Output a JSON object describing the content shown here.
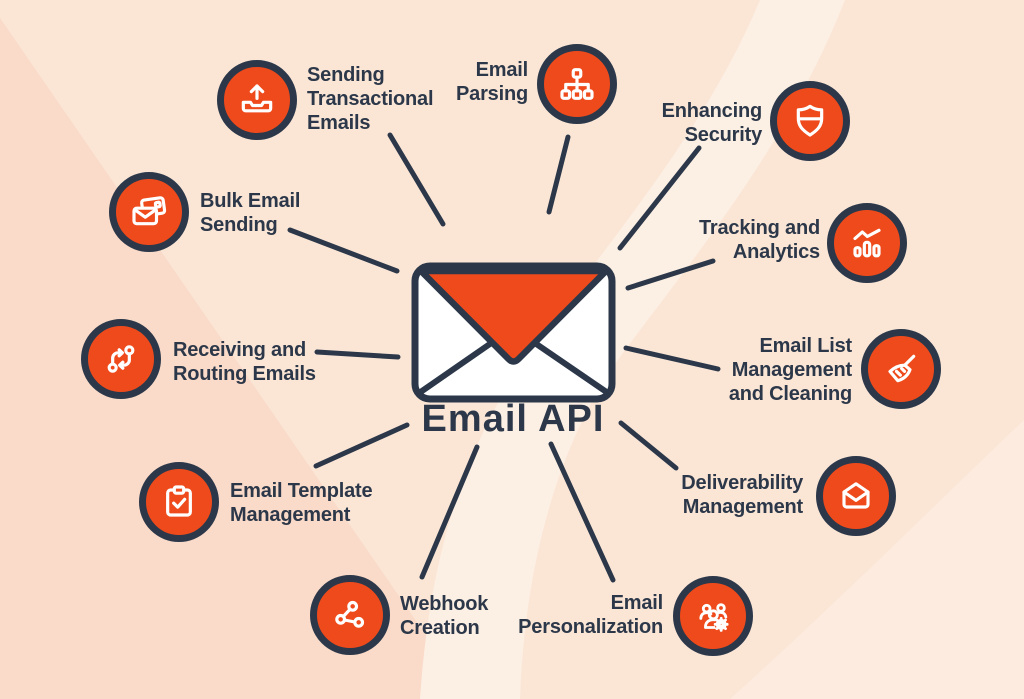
{
  "center": {
    "title": "Email API",
    "icon": "envelope-icon"
  },
  "colors": {
    "accent_orange": "#EF4A1C",
    "dark_navy": "#2C3849",
    "background_base": "#FBE6D6",
    "background_dark_band": "#FADAC8",
    "background_light_band": "#FCEFE4",
    "icon_stroke": "#FFFFFF"
  },
  "nodes": [
    {
      "label": "Sending Transactional Emails",
      "lines": [
        "Sending",
        "Transactional",
        "Emails"
      ],
      "icon": "upload-tray-icon"
    },
    {
      "label": "Email Parsing",
      "lines": [
        "Email",
        "Parsing"
      ],
      "icon": "sitemap-icon"
    },
    {
      "label": "Enhancing Security",
      "lines": [
        "Enhancing",
        "Security"
      ],
      "icon": "shield-icon"
    },
    {
      "label": "Bulk Email Sending",
      "lines": [
        "Bulk Email",
        "Sending"
      ],
      "icon": "stacked-emails-icon"
    },
    {
      "label": "Tracking and Analytics",
      "lines": [
        "Tracking and",
        "Analytics"
      ],
      "icon": "bar-chart-icon"
    },
    {
      "label": "Receiving and Routing Emails",
      "lines": [
        "Receiving and",
        "Routing Emails"
      ],
      "icon": "routing-arrows-icon"
    },
    {
      "label": "Email List Management and Cleaning",
      "lines": [
        "Email List",
        "Management",
        "and Cleaning"
      ],
      "icon": "broom-icon"
    },
    {
      "label": "Email Template Management",
      "lines": [
        "Email Template",
        "Management"
      ],
      "icon": "clipboard-check-icon"
    },
    {
      "label": "Deliverability Management",
      "lines": [
        "Deliverability",
        "Management"
      ],
      "icon": "open-envelope-icon"
    },
    {
      "label": "Webhook Creation",
      "lines": [
        "Webhook",
        "Creation"
      ],
      "icon": "webhook-icon"
    },
    {
      "label": "Email Personalization",
      "lines": [
        "Email",
        "Personalization"
      ],
      "icon": "users-gear-icon"
    }
  ]
}
